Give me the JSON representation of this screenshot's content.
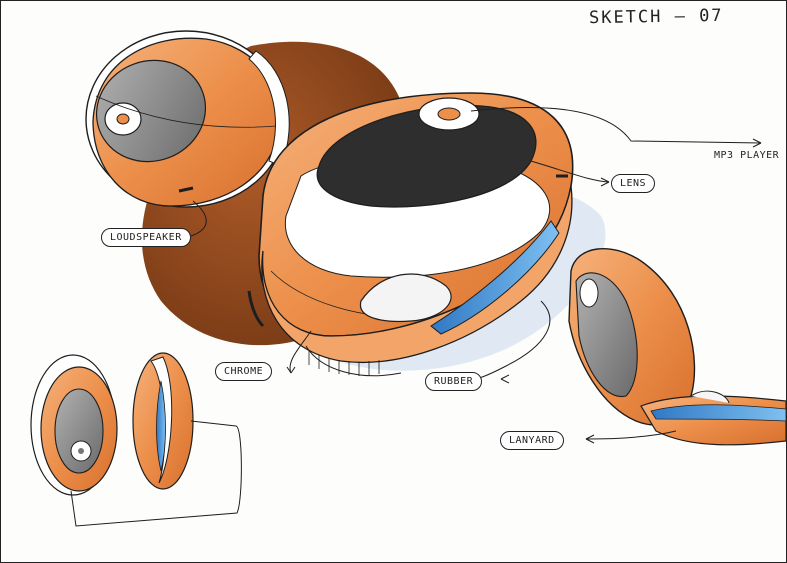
{
  "sheet": {
    "title": "SKETCH — 07"
  },
  "callouts": {
    "loudspeaker": "LOUDSPEAKER",
    "mp3_player": "MP3 PLAYER",
    "lens": "LENS",
    "chrome": "CHROME",
    "rubber": "RUBBER",
    "lanyard": "LANYARD"
  },
  "colors": {
    "body_orange": "#ec8f4a",
    "shadow_brown": "#8a3f10",
    "screen_grey": "#8d8d8d",
    "dark_lens": "#2e2e2e",
    "accent_blue": "#3f8fd8",
    "ink": "#1e1e1e"
  }
}
